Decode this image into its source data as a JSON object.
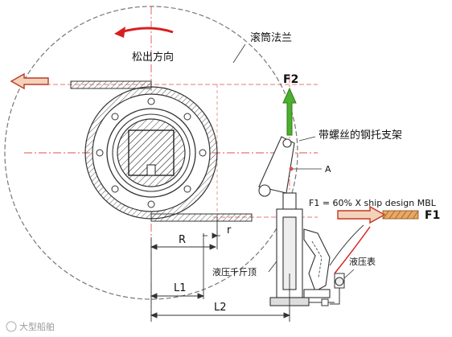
{
  "labels": {
    "drum_flange": "滚筒法兰",
    "payout_direction": "松出方向",
    "bolted_bracket": "带螺丝的钢托支架",
    "point_a": "A",
    "f2": "F2",
    "f1_formula": "F1 = 60% X ship design MBL",
    "f1": "F1",
    "hydraulic_jack": "液压千斤顶",
    "pressure_gauge": "液压表",
    "dim_r_big": "R",
    "dim_r_small": "r",
    "dim_l1": "L1",
    "dim_l2": "L2"
  },
  "watermark": "大型船舶",
  "colors": {
    "arrow_red": "#d62020",
    "arrow_orange_fill": "#f4d2b8",
    "arrow_orange_stroke": "#c0392b",
    "arrow_green": "#4caf2f",
    "centerline_red": "#d9534f",
    "rope_orange": "#d98a3a"
  },
  "icons": {
    "payout_arrow": "curved-arrow",
    "pull_arrow_left": "hollow-arrow",
    "pull_arrow_right": "hollow-arrow",
    "vertical_force_arrow": "green-up-arrow"
  }
}
